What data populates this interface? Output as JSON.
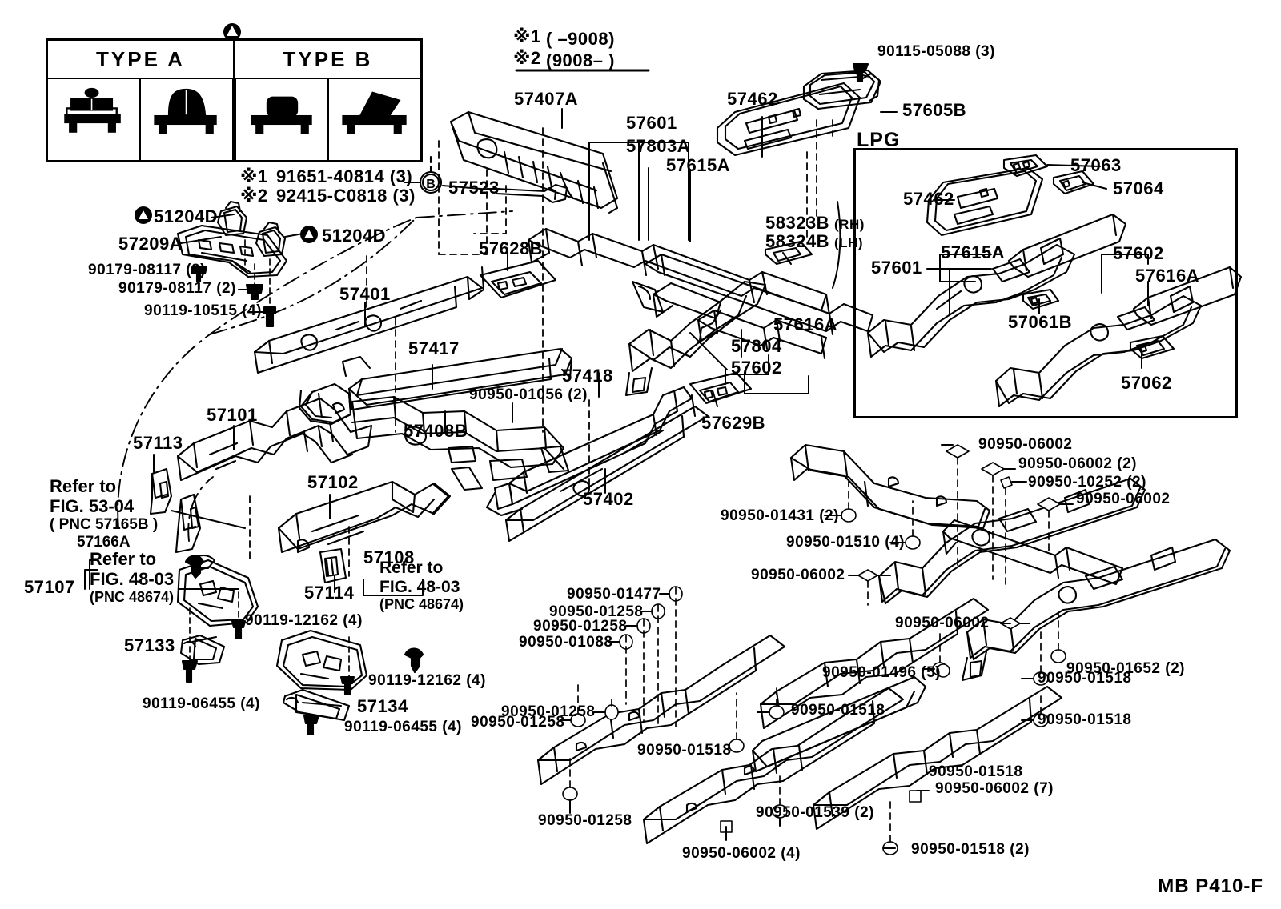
{
  "diagram": {
    "code": "MB P410-F",
    "type_table": {
      "columns": [
        "TYPE A",
        "TYPE B"
      ],
      "cells": [
        "type-a-1",
        "type-a-2",
        "type-b-1",
        "type-b-2"
      ]
    },
    "marks": [
      {
        "mark": "※1",
        "part": "91651-40814 (3)"
      },
      {
        "mark": "※2",
        "part": "92415-C0818 (3)"
      }
    ],
    "date_notes": [
      {
        "mark": "※1",
        "range": "(        –9008)"
      },
      {
        "mark": "※2",
        "range": "(9008–        )"
      }
    ],
    "section_lpg": "LPG",
    "circle_b": "B",
    "rh_lh": {
      "rh": "(RH)",
      "lh": "(LH)"
    }
  },
  "labels": {
    "l57407A": "57407A",
    "l57601": "57601",
    "l57803A": "57803A",
    "l57615A": "57615A",
    "l57462": "57462",
    "l57605B": "57605B",
    "l90115_05088": "90115-05088 (3)",
    "l51204D_a": "51204D",
    "l51204D_b": "51204D",
    "l57209A": "57209A",
    "l90179_08117_a": "90179-08117 (2)",
    "l90179_08117_b": "90179-08117 (2)",
    "l90119_10515": "90119-10515 (4)",
    "l57523": "57523",
    "l57628B": "57628B",
    "l57401": "57401",
    "l57417": "57417",
    "l57418": "57418",
    "l90950_01056": "90950-01056 (2)",
    "l57408B": "57408B",
    "l57402": "57402",
    "l57101": "57101",
    "l57113": "57113",
    "l57102": "57102",
    "l57114": "57114",
    "l57107": "57107",
    "l57108": "57108",
    "l57133": "57133",
    "l57134": "57134",
    "l90119_12162_a": "90119-12162 (4)",
    "l90119_12162_b": "90119-12162 (4)",
    "l90119_06455_a": "90119-06455 (4)",
    "l90119_06455_b": "90119-06455 (4)",
    "l58323B": "58323B",
    "l58324B": "58324B",
    "l57804": "57804",
    "l57602_mid": "57602",
    "l57616A_mid": "57616A",
    "l57629B": "57629B",
    "l57063": "57063",
    "l57064": "57064",
    "l57462_lpg": "57462",
    "l57601_lpg": "57601",
    "l57615A_lpg": "57615A",
    "l57602_lpg": "57602",
    "l57616A_lpg": "57616A",
    "l57061B": "57061B",
    "l57062": "57062",
    "l90950_06002_1": "90950-06002",
    "l90950_06002_2": "90950-06002 (2)",
    "l90950_10252": "90950-10252 (2)",
    "l90950_06002_3": "90950-06002",
    "l90950_01431": "90950-01431 (2)",
    "l90950_01510": "90950-01510 (4)",
    "l90950_06002_4": "90950-06002",
    "l90950_06002_5": "90950-06002",
    "l90950_01477": "90950-01477",
    "l90950_01258_a": "90950-01258",
    "l90950_01258_b": "90950-01258",
    "l90950_01088": "90950-01088",
    "l90950_01496": "90950-01496 (5)",
    "l90950_01518_a": "90950-01518",
    "l90950_01258_c": "90950-01258",
    "l90950_01258_d": "90950-01258",
    "l90950_01518_b": "90950-01518",
    "l90950_01518_c": "90950-01518",
    "l90950_01258_e": "90950-01258",
    "l90950_01518_d": "90950-01518",
    "l90950_01652": "90950-01652 (2)",
    "l90950_01518_e": "90950-01518",
    "l90950_06002_7": "90950-06002 (7)",
    "l90950_01539": "90950-01539 (2)",
    "l90950_06002_4x": "90950-06002 (4)",
    "l90950_01518_f": "90950-01518 (2)"
  },
  "refer_notes": {
    "fig5304": {
      "line1": "Refer to",
      "line2": "FIG. 53-04",
      "line3": "( PNC 57165B )",
      "line4": "57166A"
    },
    "fig4803_a": {
      "line1": "Refer to",
      "line2": "FIG. 48-03",
      "line3": "(PNC 48674)"
    },
    "fig4803_b": {
      "line1": "Refer to",
      "line2": "FIG. 48-03",
      "line3": "(PNC 48674)"
    }
  }
}
